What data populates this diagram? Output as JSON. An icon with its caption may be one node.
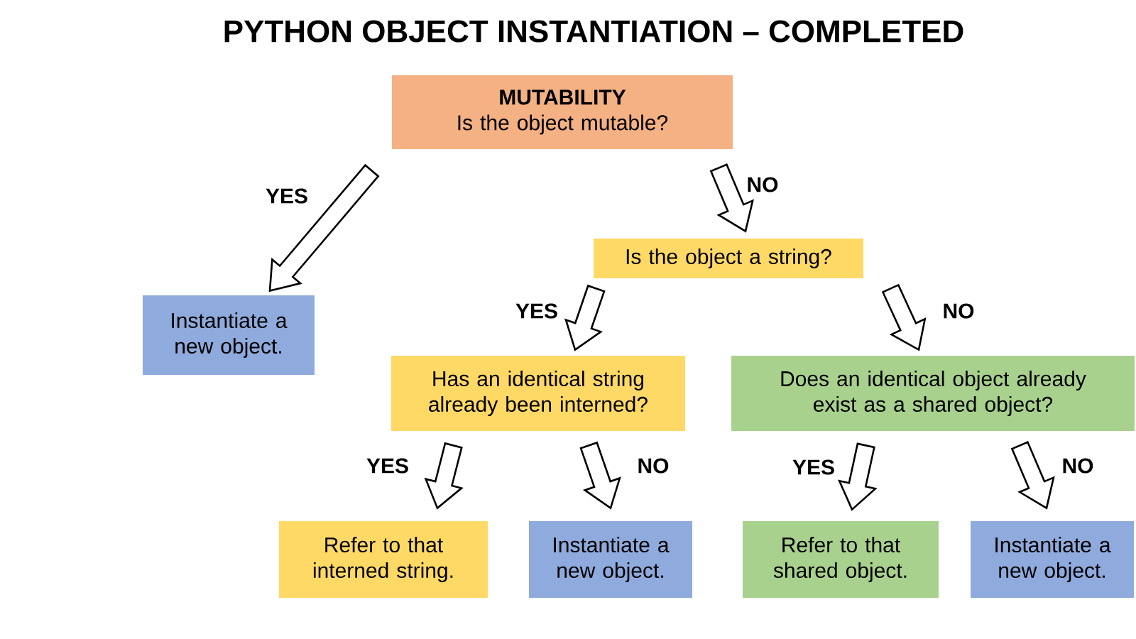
{
  "diagram": {
    "title": "PYTHON OBJECT INSTANTIATION – COMPLETED",
    "nodes": [
      {
        "text": [
          "MUTABILITY",
          "Is the object mutable?"
        ]
      },
      {
        "text": [
          "Is the object a string?"
        ]
      },
      {
        "text": [
          "Instantiate a new object."
        ]
      },
      {
        "text": [
          "Has an identical string already been interned?"
        ]
      },
      {
        "text": [
          "Does an identical object already exist as a shared object?"
        ]
      },
      {
        "text": [
          "Refer to that interned string."
        ]
      },
      {
        "text": [
          "Instantiate a new object."
        ]
      },
      {
        "text": [
          "Refer to that shared object."
        ]
      },
      {
        "text": [
          "Instantiate a new object."
        ]
      }
    ],
    "edges": [
      {
        "from": 0,
        "to": 2,
        "arrow": "to",
        "label": "YES"
      },
      {
        "from": 0,
        "to": 1,
        "arrow": "to",
        "label": "NO"
      },
      {
        "from": 1,
        "to": 3,
        "arrow": "to",
        "label": "YES"
      },
      {
        "from": 1,
        "to": 4,
        "arrow": "to",
        "label": "NO"
      },
      {
        "from": 3,
        "to": 5,
        "arrow": "to",
        "label": "YES"
      },
      {
        "from": 3,
        "to": 6,
        "arrow": "to",
        "label": "NO"
      },
      {
        "from": 4,
        "to": 7,
        "arrow": "to",
        "label": "YES"
      },
      {
        "from": 4,
        "to": 8,
        "arrow": "to",
        "label": "NO"
      }
    ]
  }
}
